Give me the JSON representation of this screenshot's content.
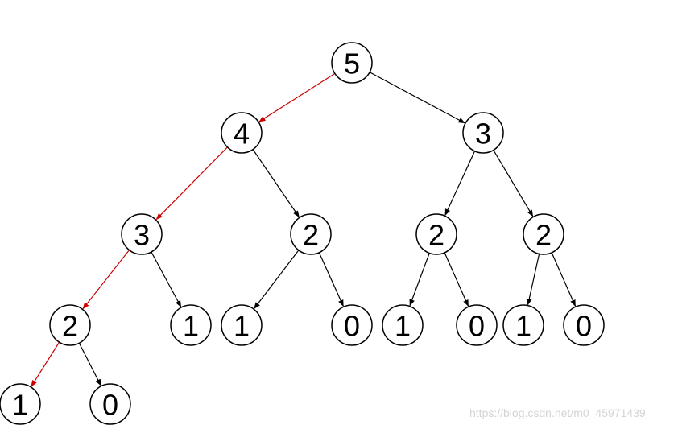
{
  "nodes": [
    {
      "id": "n5",
      "label": "5"
    },
    {
      "id": "n4",
      "label": "4"
    },
    {
      "id": "n3r",
      "label": "3"
    },
    {
      "id": "n3l",
      "label": "3"
    },
    {
      "id": "n2a",
      "label": "2"
    },
    {
      "id": "n2b",
      "label": "2"
    },
    {
      "id": "n2c",
      "label": "2"
    },
    {
      "id": "n2d",
      "label": "2"
    },
    {
      "id": "n1a",
      "label": "1"
    },
    {
      "id": "n1b",
      "label": "1"
    },
    {
      "id": "n0a",
      "label": "0"
    },
    {
      "id": "n1c",
      "label": "1"
    },
    {
      "id": "n0b",
      "label": "0"
    },
    {
      "id": "n1d",
      "label": "1"
    },
    {
      "id": "n0c",
      "label": "0"
    },
    {
      "id": "n1e",
      "label": "1"
    },
    {
      "id": "n0d",
      "label": "0"
    }
  ],
  "edges": [
    {
      "from": "n5",
      "to": "n4",
      "highlight": true
    },
    {
      "from": "n5",
      "to": "n3r",
      "highlight": false
    },
    {
      "from": "n4",
      "to": "n3l",
      "highlight": true
    },
    {
      "from": "n4",
      "to": "n2b",
      "highlight": false
    },
    {
      "from": "n3r",
      "to": "n2c",
      "highlight": false
    },
    {
      "from": "n3r",
      "to": "n2d",
      "highlight": false
    },
    {
      "from": "n3l",
      "to": "n2a",
      "highlight": true
    },
    {
      "from": "n3l",
      "to": "n1a",
      "highlight": false
    },
    {
      "from": "n2b",
      "to": "n1b",
      "highlight": false
    },
    {
      "from": "n2b",
      "to": "n0a",
      "highlight": false
    },
    {
      "from": "n2c",
      "to": "n1c",
      "highlight": false
    },
    {
      "from": "n2c",
      "to": "n0b",
      "highlight": false
    },
    {
      "from": "n2d",
      "to": "n1d",
      "highlight": false
    },
    {
      "from": "n2d",
      "to": "n0c",
      "highlight": false
    },
    {
      "from": "n2a",
      "to": "n1e",
      "highlight": true
    },
    {
      "from": "n2a",
      "to": "n0d",
      "highlight": false
    }
  ],
  "colors": {
    "highlight": "#cc0000",
    "normal": "#000000"
  },
  "watermark": "https://blog.csdn.net/m0_45971439"
}
